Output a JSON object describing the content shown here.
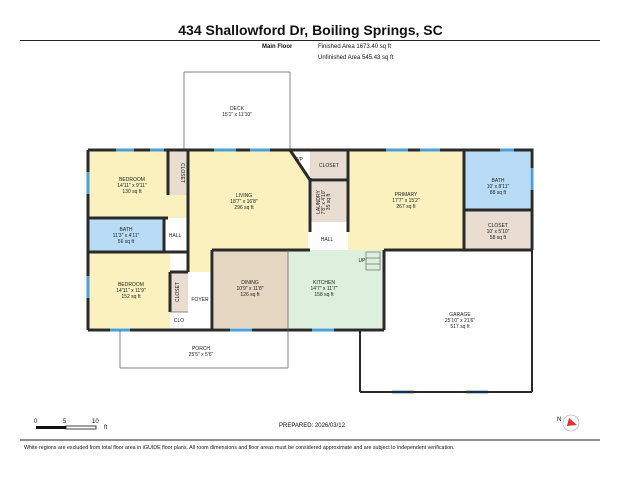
{
  "title": "434 Shallowford Dr, Boiling Springs, SC",
  "floor": {
    "name": "Main Floor",
    "finished_area": "Finished Area 1673.40 sq ft",
    "unfinished_area": "Unfinished Area 545.43 sq ft"
  },
  "rooms": {
    "deck": {
      "name": "DECK",
      "dim": "15'1\" x 11'10\""
    },
    "bedroom1": {
      "name": "BEDROOM",
      "dim": "14'11\" x 9'11\"",
      "area": "130 sq ft"
    },
    "closet_bed1": {
      "name": "CLOSET"
    },
    "bath1": {
      "name": "BATH",
      "dim": "11'3\" x 4'11\"",
      "area": "56 sq ft"
    },
    "hall_left": {
      "name": "HALL"
    },
    "living": {
      "name": "LIVING",
      "dim": "18'7\" x 16'8\"",
      "area": "296 sq ft"
    },
    "fp": {
      "name": "F/P"
    },
    "closet_mid": {
      "name": "CLOSET"
    },
    "laundry": {
      "name": "LAUNDRY",
      "dim": "7'8\" x 4'10\"",
      "area": "35 sq ft"
    },
    "hall_mid": {
      "name": "HALL"
    },
    "primary": {
      "name": "PRIMARY",
      "dim": "17'7\" x 15'2\"",
      "area": "267 sq ft"
    },
    "bath2": {
      "name": "BATH",
      "dim": "10' x 8'11\"",
      "area": "88 sq ft"
    },
    "closet_primary": {
      "name": "CLOSET",
      "dim": "10' x 5'10\"",
      "area": "58 sq ft"
    },
    "bedroom2": {
      "name": "BEDROOM",
      "dim": "14'11\" x 11'9\"",
      "area": "152 sq ft"
    },
    "closet_bed2": {
      "name": "CLOSET"
    },
    "clo": {
      "name": "CLO"
    },
    "foyer": {
      "name": "FOYER"
    },
    "dining": {
      "name": "DINING",
      "dim": "10'9\" x 11'8\"",
      "area": "126 sq ft"
    },
    "kitchen": {
      "name": "KITCHEN",
      "dim": "14'7\" x 11'7\"",
      "area": "158 sq ft"
    },
    "garage": {
      "name": "GARAGE",
      "dim": "25'10\" x 21'6\"",
      "area": "517 sq ft"
    },
    "porch": {
      "name": "PORCH",
      "dim": "25'5\" x 5'6\""
    },
    "up": {
      "name": "UP"
    }
  },
  "scale": {
    "t0": "0",
    "t5": "5",
    "t10": "10",
    "unit": "ft"
  },
  "prepared": "PREPARED: 2026/03/12",
  "disclaimer": "White regions are excluded from total floor area in iGUIDE floor plans. All room dimensions and floor areas must be considered approximate and are subject to independent verification.",
  "compass": "N",
  "colors": {
    "bedroom": "#fbf1bf",
    "living": "#fbf1bf",
    "bath": "#b9dcf6",
    "closet": "#e8ddd0",
    "dining": "#e6d7c3",
    "kitchen": "#ddf0dd",
    "window": "#4aa0d6",
    "wall": "#2a2a2a"
  }
}
